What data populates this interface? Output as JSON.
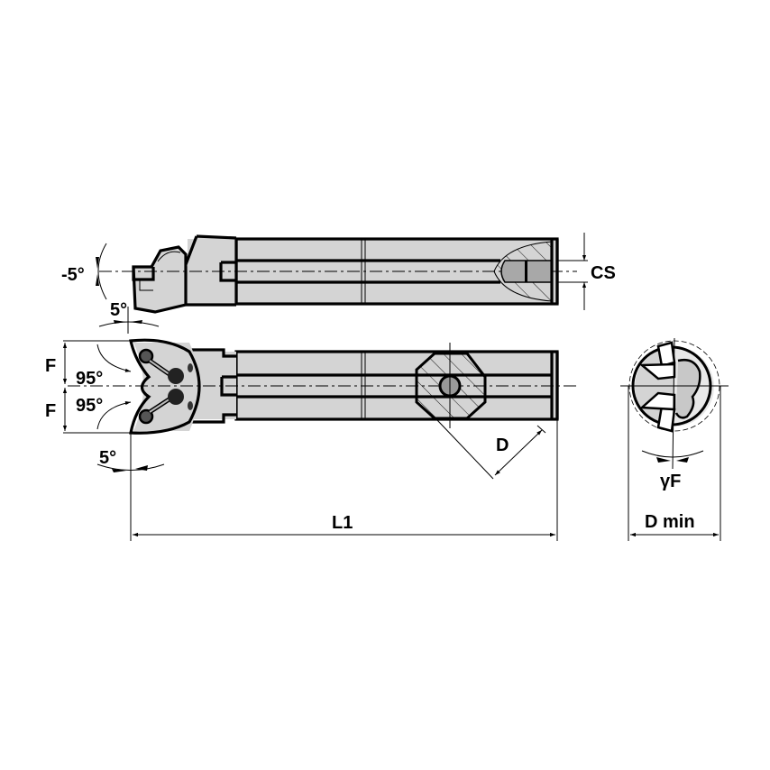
{
  "diagram": {
    "type": "technical-drawing",
    "subject": "boring bar with indexable insert",
    "colors": {
      "line": "#000000",
      "body_fill": "#d4d4d4",
      "background": "#ffffff",
      "core_fill": "#a8a8a8"
    },
    "views": {
      "top_view": {
        "labels": {
          "lead_angle": "-5°",
          "clearance_angle": "5°",
          "coolant_size": "CS"
        }
      },
      "side_view": {
        "labels": {
          "offset_upper": "F",
          "offset_lower": "F",
          "angle_upper": "95°",
          "angle_lower": "95°",
          "clearance_angle": "5°",
          "diameter": "D"
        }
      },
      "end_view": {
        "labels": {
          "rake_angle": "γF",
          "min_bore": "D min"
        }
      }
    },
    "dimensions": {
      "overall_length": "L1"
    }
  }
}
